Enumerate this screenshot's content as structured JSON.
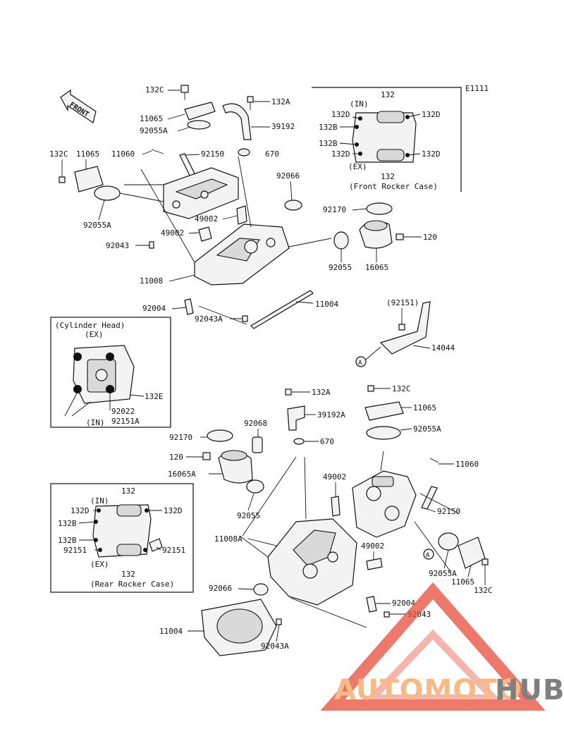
{
  "diagram_code": "E1111",
  "front_arrow_label": "FRONT",
  "insets": {
    "front_rocker": {
      "caption": "(Front Rocker Case)",
      "in_label": "(IN)",
      "ex_label": "(EX)",
      "labels": [
        "132",
        "132D",
        "132D",
        "132B",
        "132B",
        "132D",
        "132D",
        "132"
      ]
    },
    "cylinder_head": {
      "caption": "(Cylinder Head)",
      "ex_label": "(EX)",
      "in_label": "(IN)",
      "labels": [
        "132E",
        "92022",
        "92151A"
      ]
    },
    "rear_rocker": {
      "caption": "(Rear Rocker Case)",
      "in_label": "(IN)",
      "ex_label": "(EX)",
      "labels": [
        "132",
        "132D",
        "132D",
        "132B",
        "132B",
        "92151",
        "92151",
        "132"
      ]
    }
  },
  "callouts": {
    "c132c_top": "132C",
    "c11065_top": "11065",
    "c92055a_top": "92055A",
    "c132a_top": "132A",
    "c39192_top": "39192",
    "c11060_top": "11060",
    "c92150_top": "92150",
    "c670_top": "670",
    "c132c_left": "132C",
    "c11065_left": "11065",
    "c92055a_left": "92055A",
    "c92066_top": "92066",
    "c49002_top_a": "49002",
    "c49002_top_b": "49002",
    "c92043_top": "92043",
    "c11008": "11008",
    "c92004_top": "92004",
    "c92043a_top": "92043A",
    "c11004_top": "11004",
    "c92170_top": "92170",
    "c120_top": "120",
    "c92055_top": "92055",
    "c16065": "16065",
    "c92151_paren": "(92151)",
    "c14044": "14044",
    "c132a_mid": "132A",
    "c39192a": "39192A",
    "c132c_mid": "132C",
    "c11065_mid": "11065",
    "c92055a_mid": "92055A",
    "c92170_mid": "92170",
    "c92068": "92068",
    "c670_mid": "670",
    "c120_mid": "120",
    "c16065a": "16065A",
    "c11060_mid": "11060",
    "c49002_mid": "49002",
    "c92055_mid": "92055",
    "c92150_mid": "92150",
    "c11008a": "11008A",
    "c49002_low": "49002",
    "c92055a_low": "92055A",
    "c11065_low": "11065",
    "c132c_low": "132C",
    "c92066_low": "92066",
    "c92004_low": "92004",
    "c92043_low": "92043",
    "c11004_low": "11004",
    "c92043a_low": "92043A"
  },
  "ref_markers": [
    "A",
    "A"
  ],
  "watermark": {
    "text_a": "AUTOMOTO",
    "text_b": "HUB",
    "color_a": "#f5a25d",
    "color_b": "#555555",
    "logo_color": "#e74c3c"
  }
}
